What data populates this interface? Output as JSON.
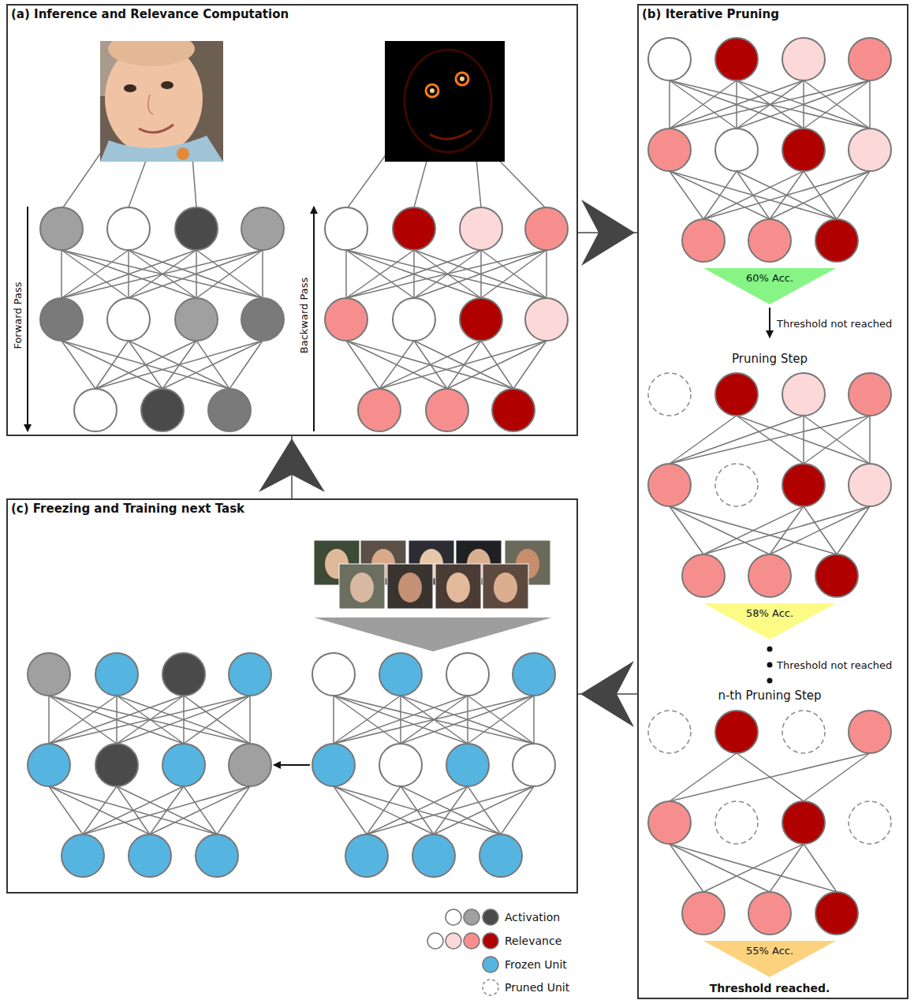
{
  "diagram": {
    "nodes": [
      {
        "text": [
          "(a) Inference and Relevance Computation"
        ]
      },
      {
        "text": [
          "(b) Iterative Pruning"
        ]
      },
      {
        "text": [
          "60% Acc."
        ],
        "in": 1
      },
      {
        "text": [
          "58% Acc."
        ],
        "in": 1
      },
      {
        "text": [
          "55% Acc."
        ],
        "in": 1
      },
      {
        "text": [
          "(c) Freezing and Training next Task"
        ]
      }
    ],
    "edges": [
      {
        "from": 0,
        "to": 1,
        "arrow": "to"
      },
      {
        "from": 1,
        "to": 5,
        "arrow": "to"
      },
      {
        "from": 5,
        "to": 0,
        "arrow": "to"
      }
    ],
    "labels": [
      "Forward Pass",
      "Backward Pass",
      "Pruning Step",
      "Threshold not reached",
      "n-th Pruning Step",
      "Threshold not reached",
      "Threshold reached."
    ],
    "legend": [
      {
        "text": "Activation"
      },
      {
        "text": "Relevance"
      },
      {
        "text": "Frozen Unit",
        "color": "#56b4e0"
      },
      {
        "text": "Pruned Unit"
      }
    ]
  }
}
